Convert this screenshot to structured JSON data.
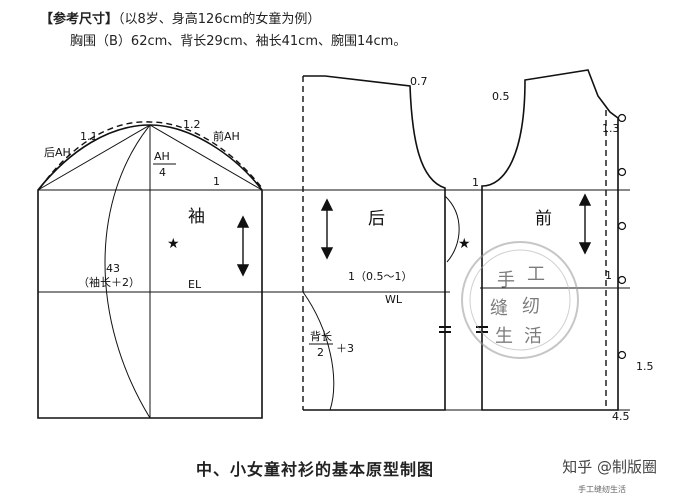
{
  "header": {
    "title": "【参考尺寸】",
    "line1": "（以8岁、身高126cm的女童为例）",
    "line2": "胸围（B）62cm、背长29cm、袖长41cm、腕围14cm。"
  },
  "sleeve": {
    "label": "袖",
    "back_ah": "后AH",
    "front_ah": "前AH",
    "dim_1_1": "1.1",
    "dim_1_2": "1.2",
    "dim_1": "1",
    "cap_num": "AH",
    "cap_den": "4",
    "length_num": "43",
    "length_formula": "（袖长＋2）",
    "elbow_line": "EL"
  },
  "back": {
    "label": "后",
    "dim_0_7": "0.7",
    "dim_1": "1",
    "adjust": "1（0.5～1）",
    "waist_line": "WL",
    "length_num": "背长",
    "length_den": "2",
    "length_plus": "＋3"
  },
  "front": {
    "label": "前",
    "dim_0_5": "0.5",
    "dim_1_3": "1.3",
    "dim_1": "1",
    "dim_1_5": "1.5",
    "dim_4_5": "4.5"
  },
  "stamp": {
    "chars": [
      "手",
      "工",
      "缝",
      "纫",
      "生",
      "活"
    ]
  },
  "caption": "中、小女童衬衫的基本原型制图",
  "watermark": "知乎 @制版圈",
  "watermark_small": "手工缝纫生活"
}
